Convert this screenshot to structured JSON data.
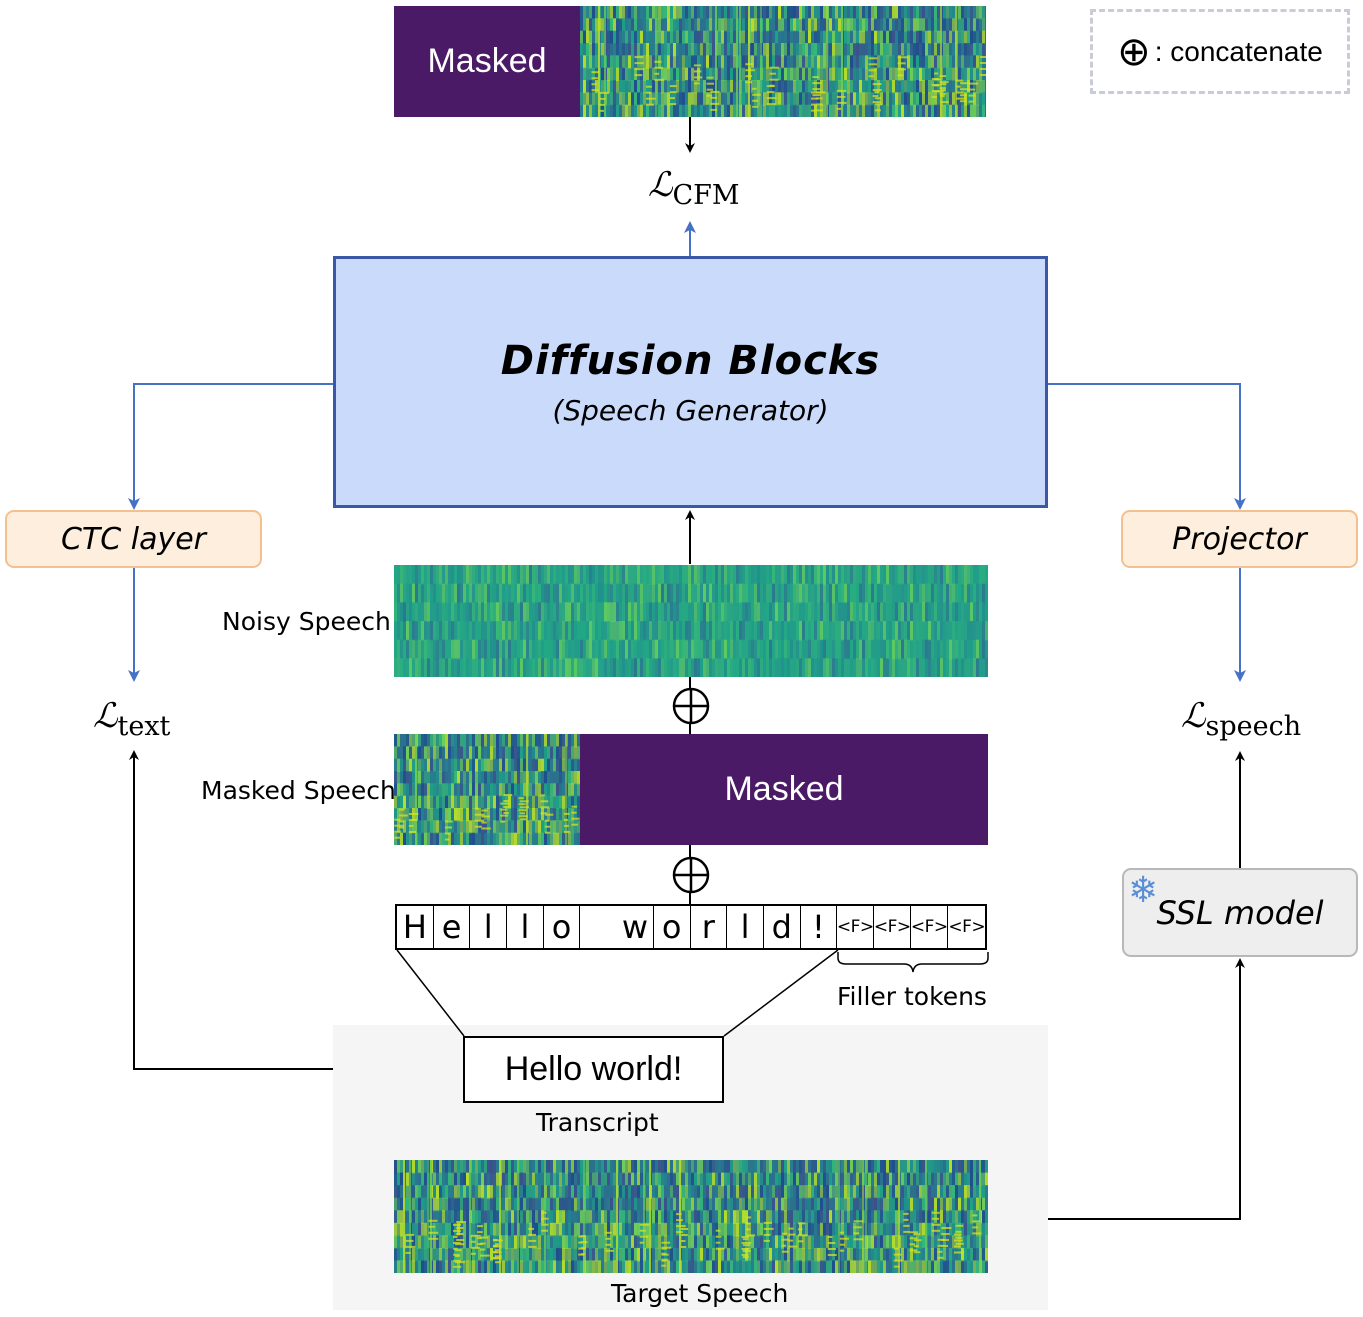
{
  "legend": {
    "symbol": "⊕",
    "text": ": concatenate"
  },
  "top_target": {
    "masked_label": "Masked"
  },
  "losses": {
    "cfm": {
      "symbol": "ℒ",
      "sub": "CFM"
    },
    "text": {
      "symbol": "ℒ",
      "sub": "text"
    },
    "speech": {
      "symbol": "ℒ",
      "sub": "speech"
    }
  },
  "diffusion": {
    "title": "Diffusion Blocks",
    "subtitle": "(Speech Generator)"
  },
  "ctc_layer": "CTC layer",
  "projector": "Projector",
  "ssl_model": {
    "label": "SSL model",
    "icon": "snowflake-icon",
    "glyph": "❄"
  },
  "noisy_speech_label": "Noisy Speech",
  "masked_speech": {
    "label": "Masked Speech",
    "masked_label": "Masked"
  },
  "tokens": [
    "H",
    "e",
    "l",
    "l",
    "o",
    " ",
    "w",
    "o",
    "r",
    "l",
    "d",
    "!",
    "<F>",
    "<F>",
    "<F>",
    "<F>"
  ],
  "filler_tokens_label": "Filler tokens",
  "transcript": {
    "text": "Hello world!",
    "caption": "Transcript"
  },
  "target_speech_label": "Target Speech",
  "colors": {
    "diffusion_fill": "#c9dafa",
    "diffusion_border": "#3b57a8",
    "mask": "#4a1a66",
    "orange_fill": "#fdeedd",
    "orange_border": "#f4c08f",
    "blue_arrow": "#4472c4"
  }
}
